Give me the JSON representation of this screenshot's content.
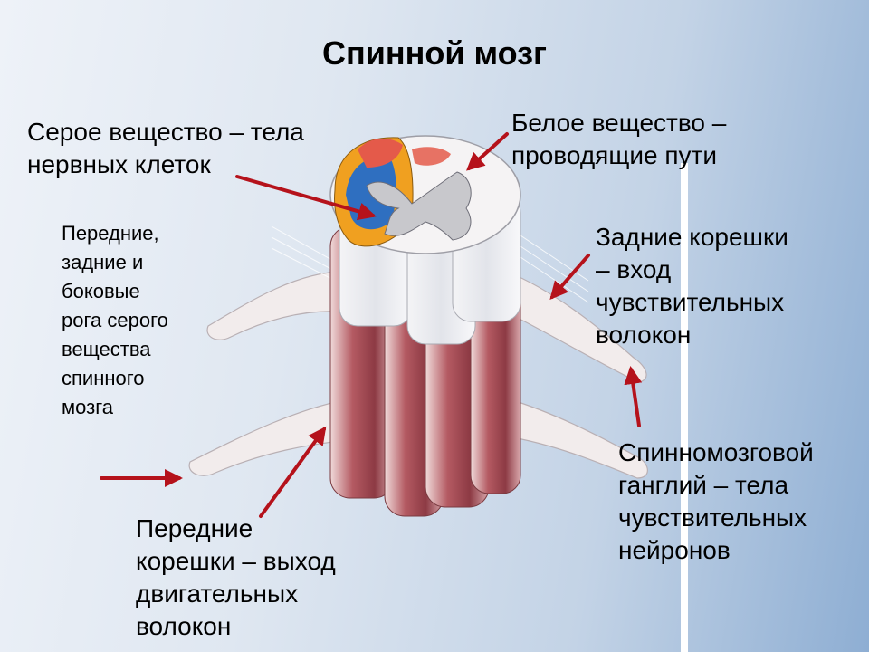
{
  "title": "Спинной мозг",
  "labels": {
    "gray_matter": [
      "Серое вещество – тела",
      "нервных клеток"
    ],
    "white_matter": [
      "Белое вещество –",
      "проводящие пути"
    ],
    "horns": [
      "Передние,",
      "задние и",
      "боковые",
      "рога серого",
      "вещества",
      "спинного",
      "мозга"
    ],
    "dorsal_roots": [
      "Задние корешки",
      "– вход",
      "чувствительных",
      "волокон"
    ],
    "ganglion": [
      "Спинномозговой",
      "ганглий – тела",
      "чувствительных",
      "нейронов"
    ],
    "ventral_roots": [
      "Передние",
      "корешки – выход",
      "двигательных",
      "волокон"
    ]
  },
  "colors": {
    "arrow": "#b5121b",
    "cord_red": "#a34b55",
    "cord_light": "#e3c9c9",
    "gray_matter": "#c8c8cc",
    "blue_tract": "#2f6fc0",
    "orange_tract": "#f0a020",
    "red_tract": "#e45a4a"
  }
}
